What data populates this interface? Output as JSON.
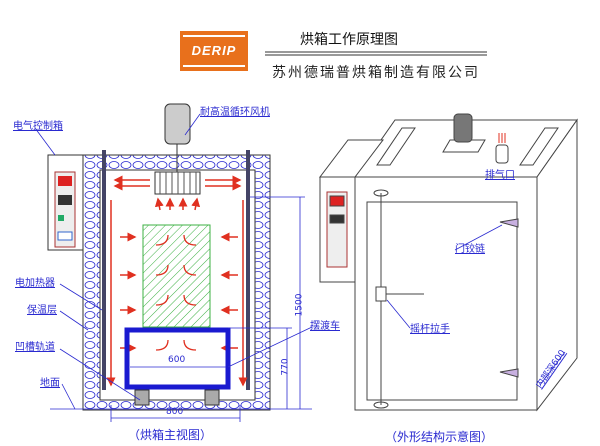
{
  "header": {
    "logo_text": "DERIP",
    "title": "烘箱工作原理图",
    "company": "苏州德瑞普烘箱制造有限公司"
  },
  "front_view": {
    "caption": "（烘箱主视图）",
    "labels": {
      "control_box": "电气控制箱",
      "fan": "耐高温循环风机",
      "heater": "电加热器",
      "insulation": "保温层",
      "track": "凹槽轨道",
      "ground": "地面",
      "cart": "摆渡车"
    },
    "dimensions": {
      "height": "1500",
      "cart_height": "770",
      "cart_width": "600",
      "inner_width": "800"
    }
  },
  "outline_view": {
    "caption": "（外形结构示意图）",
    "labels": {
      "exhaust": "排气口",
      "hinge": "门铰链",
      "handle": "摇杆拉手",
      "depth": "内部深600"
    }
  },
  "colors": {
    "accent": "#2a2ad0",
    "airflow": "#e03020",
    "rack": "#3cb043",
    "logo": "#e8701c"
  }
}
